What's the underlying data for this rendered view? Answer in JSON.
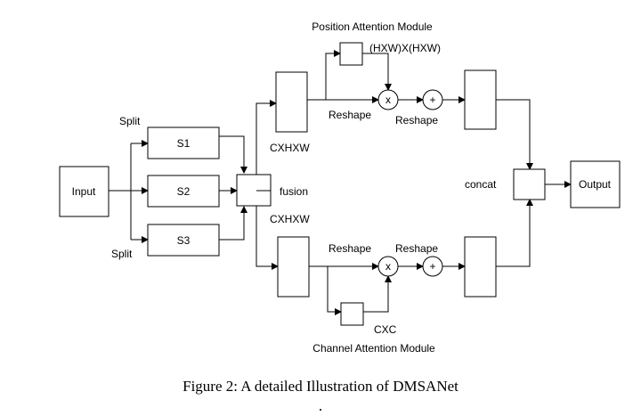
{
  "diagram": {
    "module_titles": {
      "position": "Position Attention Module",
      "channel": "Channel Attention Module"
    },
    "nodes": {
      "input": "Input",
      "s1": "S1",
      "s2": "S2",
      "s3": "S3",
      "output": "Output",
      "add_top": "+",
      "mul_top": "x",
      "add_bottom": "+",
      "mul_bottom": "x"
    },
    "labels": {
      "split_top": "Split",
      "split_bottom": "Split",
      "fusion": "fusion",
      "dims_top": "CXHXW",
      "dims_bottom": "CXHXW",
      "position_attention_dims": "(HXW)X(HXW)",
      "channel_attention_dims": "CXC",
      "reshape_top_1": "Reshape",
      "reshape_top_2": "Reshape",
      "reshape_bottom_1": "Reshape",
      "reshape_bottom_2": "Reshape",
      "concat": "concat"
    },
    "caption": "Figure 2: A detailed Illustration of DMSANet",
    "caption_trailer": "."
  }
}
